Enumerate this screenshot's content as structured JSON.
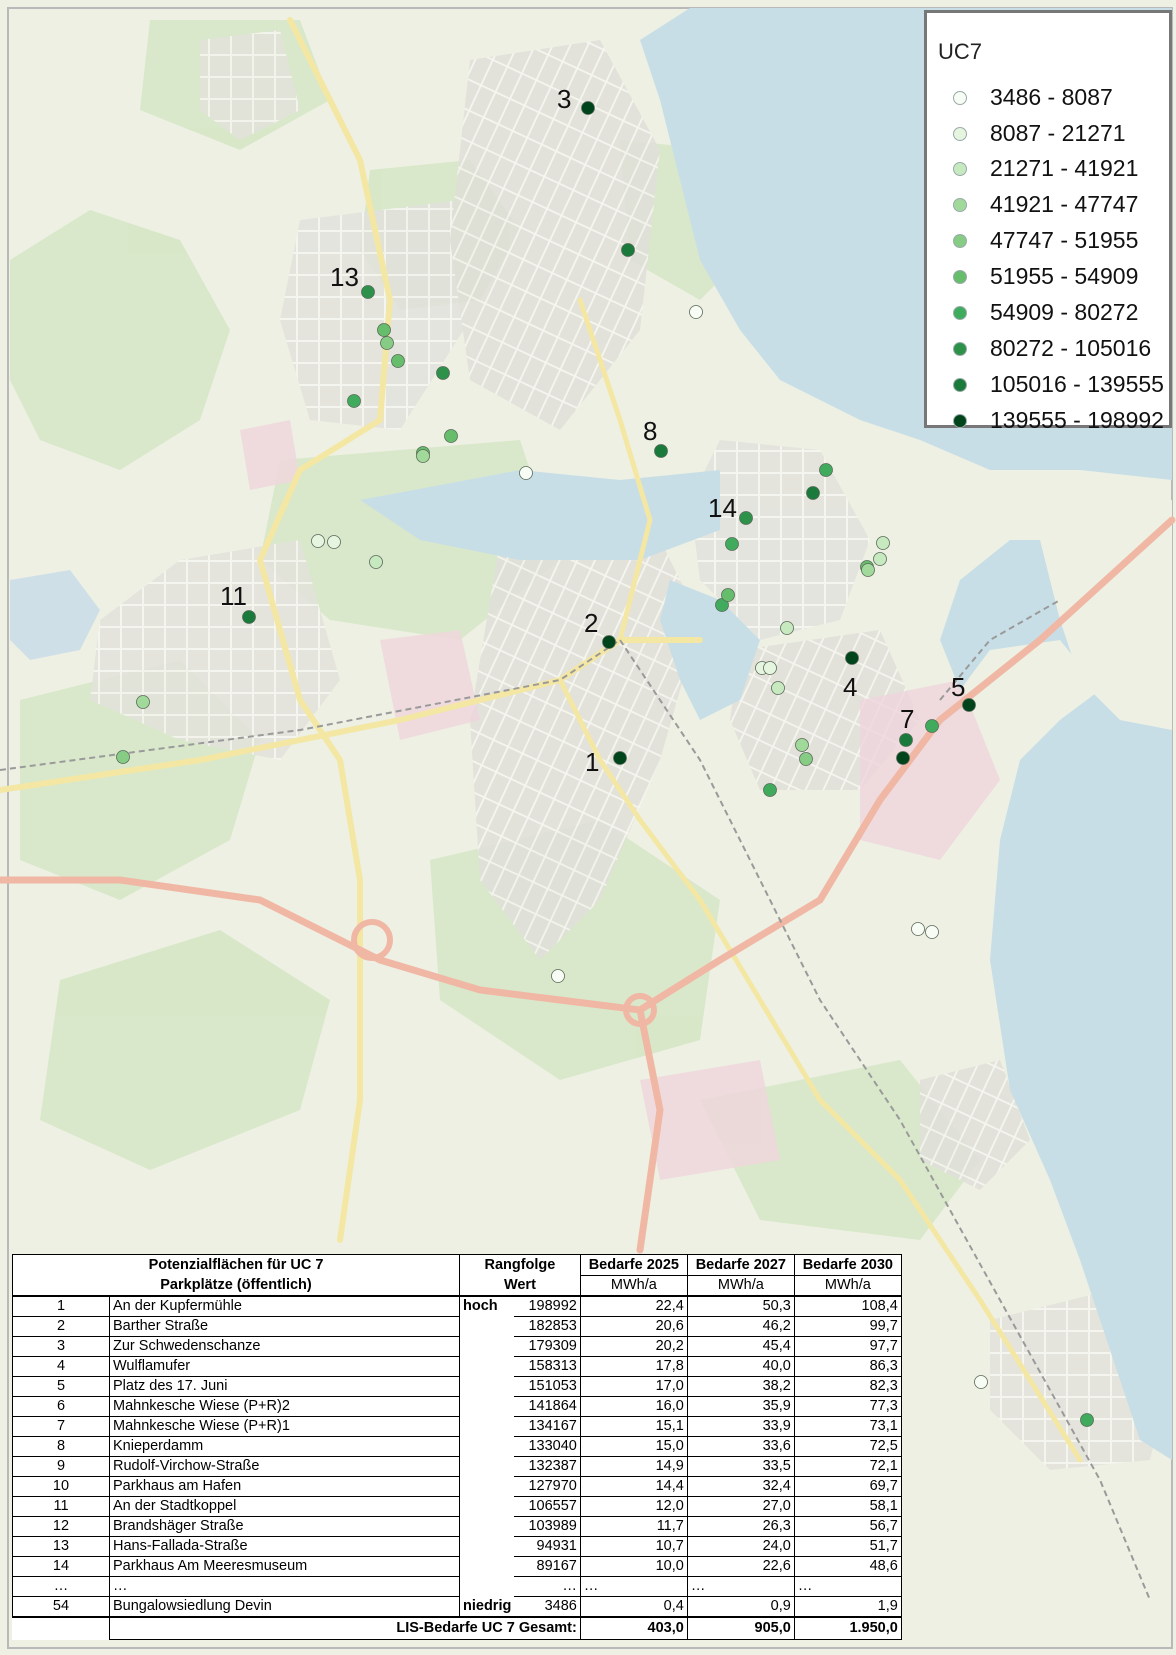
{
  "legend": {
    "title": "UC7",
    "classes": [
      {
        "label": "3486 - 8087",
        "color": "#f7fcf5"
      },
      {
        "label": "8087 - 21271",
        "color": "#e5f5e0"
      },
      {
        "label": "21271 - 41921",
        "color": "#c7e9c0"
      },
      {
        "label": "41921 - 47747",
        "color": "#a1d99b"
      },
      {
        "label": "47747 - 51955",
        "color": "#86cc84"
      },
      {
        "label": "51955 - 54909",
        "color": "#66bd6b"
      },
      {
        "label": "54909 - 80272",
        "color": "#41ab5d"
      },
      {
        "label": "80272 - 105016",
        "color": "#2e9149"
      },
      {
        "label": "105016 - 139555",
        "color": "#1a7a3b"
      },
      {
        "label": "139555 - 198992",
        "color": "#00441b"
      }
    ]
  },
  "markers": [
    {
      "rank": "1",
      "value": 198992
    },
    {
      "rank": "2",
      "value": 182853
    },
    {
      "rank": "3",
      "value": 179309
    },
    {
      "rank": "4",
      "value": 158313
    },
    {
      "rank": "5",
      "value": 151053
    },
    {
      "rank": "7",
      "value": 134167
    },
    {
      "rank": "8",
      "value": 133040
    },
    {
      "rank": "11",
      "value": 106557
    },
    {
      "rank": "13",
      "value": 94931
    },
    {
      "rank": "14",
      "value": 89167
    }
  ],
  "table": {
    "title_line1": "Potenzialflächen für UC 7",
    "title_line2": "Parkplätze (öffentlich)",
    "rank_header1": "Rangfolge",
    "rank_header2": "Wert",
    "col_2025": "Bedarfe 2025",
    "col_2027": "Bedarfe 2027",
    "col_2030": "Bedarfe 2030",
    "unit": "MWh/a",
    "high_label": "hoch",
    "low_label": "niedrig",
    "ellipsis": "…",
    "rows": [
      {
        "nr": "1",
        "name": "An der Kupfermühle",
        "wert": "198992",
        "b2025": "22,4",
        "b2027": "50,3",
        "b2030": "108,4"
      },
      {
        "nr": "2",
        "name": "Barther Straße",
        "wert": "182853",
        "b2025": "20,6",
        "b2027": "46,2",
        "b2030": "99,7"
      },
      {
        "nr": "3",
        "name": "Zur Schwedenschanze",
        "wert": "179309",
        "b2025": "20,2",
        "b2027": "45,4",
        "b2030": "97,7"
      },
      {
        "nr": "4",
        "name": "Wulflamufer",
        "wert": "158313",
        "b2025": "17,8",
        "b2027": "40,0",
        "b2030": "86,3"
      },
      {
        "nr": "5",
        "name": "Platz des 17. Juni",
        "wert": "151053",
        "b2025": "17,0",
        "b2027": "38,2",
        "b2030": "82,3"
      },
      {
        "nr": "6",
        "name": "Mahnkesche Wiese (P+R)2",
        "wert": "141864",
        "b2025": "16,0",
        "b2027": "35,9",
        "b2030": "77,3"
      },
      {
        "nr": "7",
        "name": "Mahnkesche Wiese (P+R)1",
        "wert": "134167",
        "b2025": "15,1",
        "b2027": "33,9",
        "b2030": "73,1"
      },
      {
        "nr": "8",
        "name": "Knieperdamm",
        "wert": "133040",
        "b2025": "15,0",
        "b2027": "33,6",
        "b2030": "72,5"
      },
      {
        "nr": "9",
        "name": "Rudolf-Virchow-Straße",
        "wert": "132387",
        "b2025": "14,9",
        "b2027": "33,5",
        "b2030": "72,1"
      },
      {
        "nr": "10",
        "name": "Parkhaus am Hafen",
        "wert": "127970",
        "b2025": "14,4",
        "b2027": "32,4",
        "b2030": "69,7"
      },
      {
        "nr": "11",
        "name": "An der Stadtkoppel",
        "wert": "106557",
        "b2025": "12,0",
        "b2027": "27,0",
        "b2030": "58,1"
      },
      {
        "nr": "12",
        "name": "Brandshäger Straße",
        "wert": "103989",
        "b2025": "11,7",
        "b2027": "26,3",
        "b2030": "56,7"
      },
      {
        "nr": "13",
        "name": "Hans-Fallada-Straße",
        "wert": "94931",
        "b2025": "10,7",
        "b2027": "24,0",
        "b2030": "51,7"
      },
      {
        "nr": "14",
        "name": "Parkhaus Am Meeresmuseum",
        "wert": "89167",
        "b2025": "10,0",
        "b2027": "22,6",
        "b2030": "48,6"
      }
    ],
    "last_row": {
      "nr": "54",
      "name": "Bungalowsiedlung Devin",
      "wert": "3486",
      "b2025": "0,4",
      "b2027": "0,9",
      "b2030": "1,9"
    },
    "total_label": "LIS-Bedarfe UC 7  Gesamt:",
    "total_2025": "403,0",
    "total_2027": "905,0",
    "total_2030": "1.950,0"
  }
}
